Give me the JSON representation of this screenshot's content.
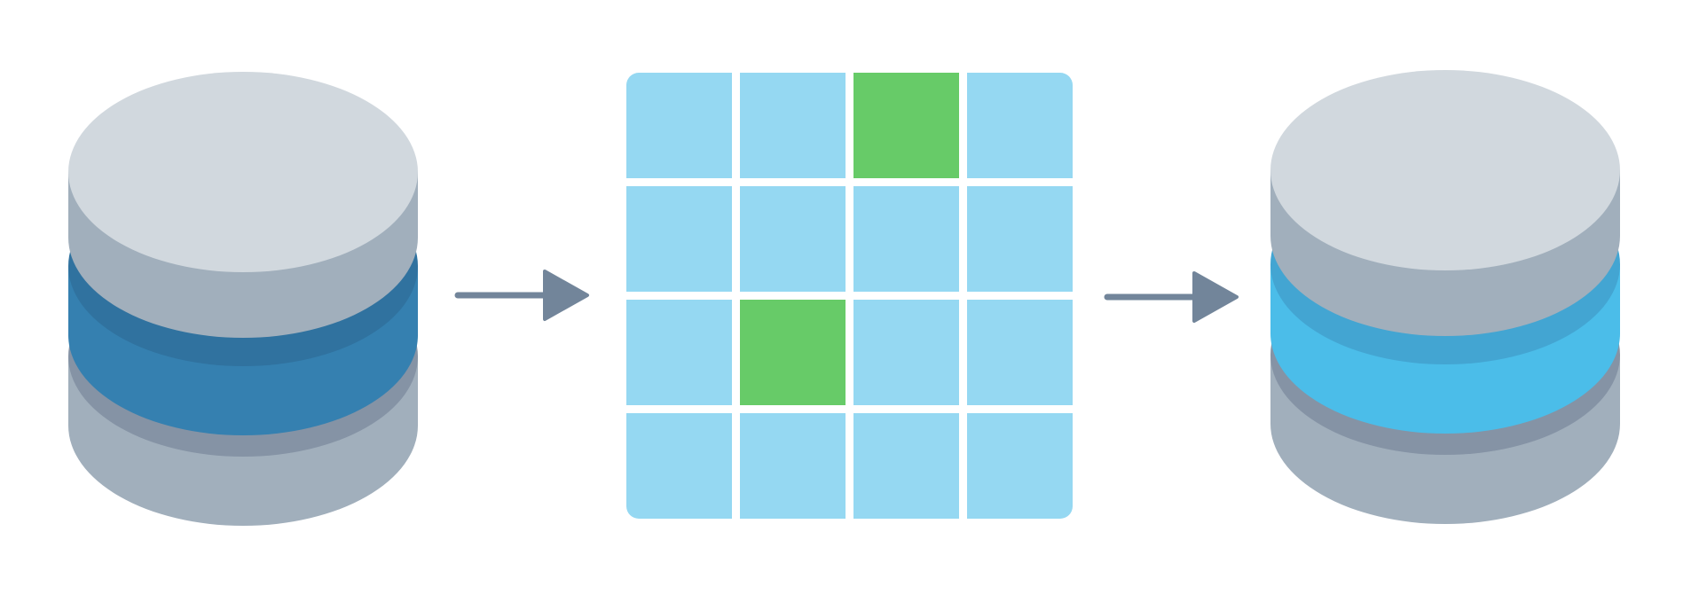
{
  "colors": {
    "background": "#ffffff",
    "disk_top": "#d1d8de",
    "disk_side": "#a1afbc",
    "disk_side_shadow": "#8593a5",
    "source_middle": "#3580b0",
    "source_middle_shadow": "#30729f",
    "target_middle": "#4bbde9",
    "target_middle_shadow": "#43a5d2",
    "arrow": "#72859a",
    "grid_cell": "#95d8f2",
    "grid_highlight": "#67cb68"
  },
  "source_database": {
    "icon": "database-icon",
    "middle_layer": "dark-blue"
  },
  "target_database": {
    "icon": "database-icon",
    "middle_layer": "light-blue"
  },
  "arrows": [
    "arrow-right-icon",
    "arrow-right-icon"
  ],
  "grid": {
    "rows": 4,
    "cols": 4,
    "highlighted_cells": [
      [
        0,
        2
      ],
      [
        2,
        1
      ]
    ]
  }
}
